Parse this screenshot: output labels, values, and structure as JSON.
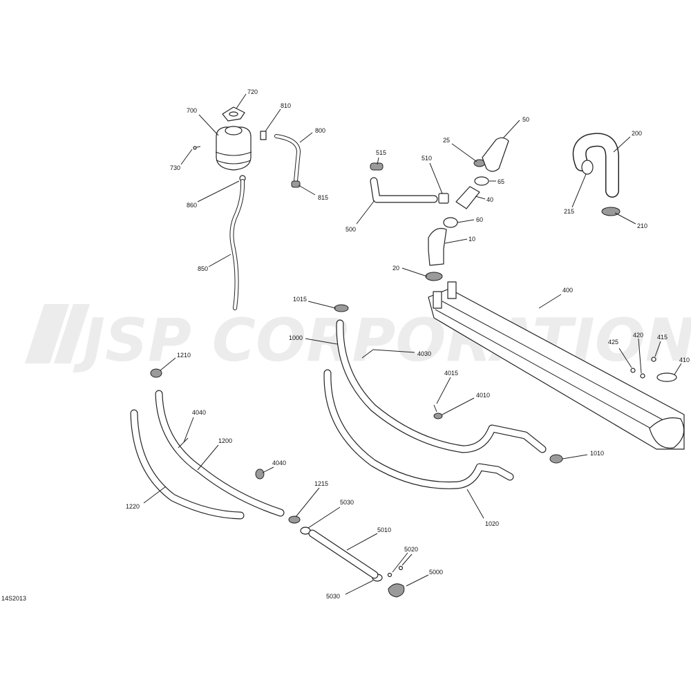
{
  "diagram": {
    "code": "14S2013",
    "watermark": "JSP CORPORATION"
  },
  "labels": [
    {
      "id": "720",
      "text": "720"
    },
    {
      "id": "700",
      "text": "700"
    },
    {
      "id": "810",
      "text": "810"
    },
    {
      "id": "800",
      "text": "800"
    },
    {
      "id": "730",
      "text": "730"
    },
    {
      "id": "815",
      "text": "815"
    },
    {
      "id": "860",
      "text": "860"
    },
    {
      "id": "850",
      "text": "850"
    },
    {
      "id": "50",
      "text": "50"
    },
    {
      "id": "25",
      "text": "25"
    },
    {
      "id": "515",
      "text": "515"
    },
    {
      "id": "510",
      "text": "510"
    },
    {
      "id": "65",
      "text": "65"
    },
    {
      "id": "40",
      "text": "40"
    },
    {
      "id": "500",
      "text": "500"
    },
    {
      "id": "60",
      "text": "60"
    },
    {
      "id": "10",
      "text": "10"
    },
    {
      "id": "20",
      "text": "20"
    },
    {
      "id": "200",
      "text": "200"
    },
    {
      "id": "215",
      "text": "215"
    },
    {
      "id": "210",
      "text": "210"
    },
    {
      "id": "400",
      "text": "400"
    },
    {
      "id": "1015",
      "text": "1015"
    },
    {
      "id": "1000",
      "text": "1000"
    },
    {
      "id": "4030",
      "text": "4030"
    },
    {
      "id": "425",
      "text": "425"
    },
    {
      "id": "420",
      "text": "420"
    },
    {
      "id": "415",
      "text": "415"
    },
    {
      "id": "410",
      "text": "410"
    },
    {
      "id": "1210",
      "text": "1210"
    },
    {
      "id": "4015",
      "text": "4015"
    },
    {
      "id": "4010",
      "text": "4010"
    },
    {
      "id": "4040a",
      "text": "4040"
    },
    {
      "id": "1200",
      "text": "1200"
    },
    {
      "id": "4040b",
      "text": "4040"
    },
    {
      "id": "1010",
      "text": "1010"
    },
    {
      "id": "1220",
      "text": "1220"
    },
    {
      "id": "1215",
      "text": "1215"
    },
    {
      "id": "5030a",
      "text": "5030"
    },
    {
      "id": "5010",
      "text": "5010"
    },
    {
      "id": "1020",
      "text": "1020"
    },
    {
      "id": "5020",
      "text": "5020"
    },
    {
      "id": "5000",
      "text": "5000"
    },
    {
      "id": "5030b",
      "text": "5030"
    }
  ]
}
